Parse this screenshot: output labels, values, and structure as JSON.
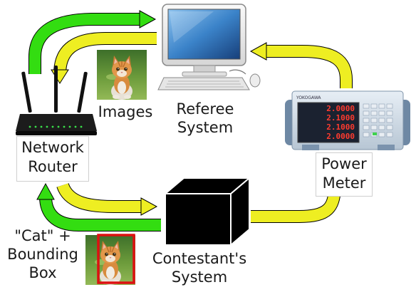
{
  "labels": {
    "images": "Images",
    "referee": "Referee\nSystem",
    "router": "Network\nRouter",
    "power_meter": "Power\nMeter",
    "contestant": "Contestant's\nSystem",
    "cat_box": "\"Cat\" +\nBounding\nBox"
  },
  "meter_readings": [
    "2.0000",
    "2.1000",
    "2.1000",
    "2.0000"
  ],
  "meter_brand": "YOKOGAWA",
  "colors": {
    "green_arrow": "#33dd11",
    "yellow_arrow": "#eeee22",
    "bounding_box": "#dd1111",
    "cube": "#000000"
  }
}
